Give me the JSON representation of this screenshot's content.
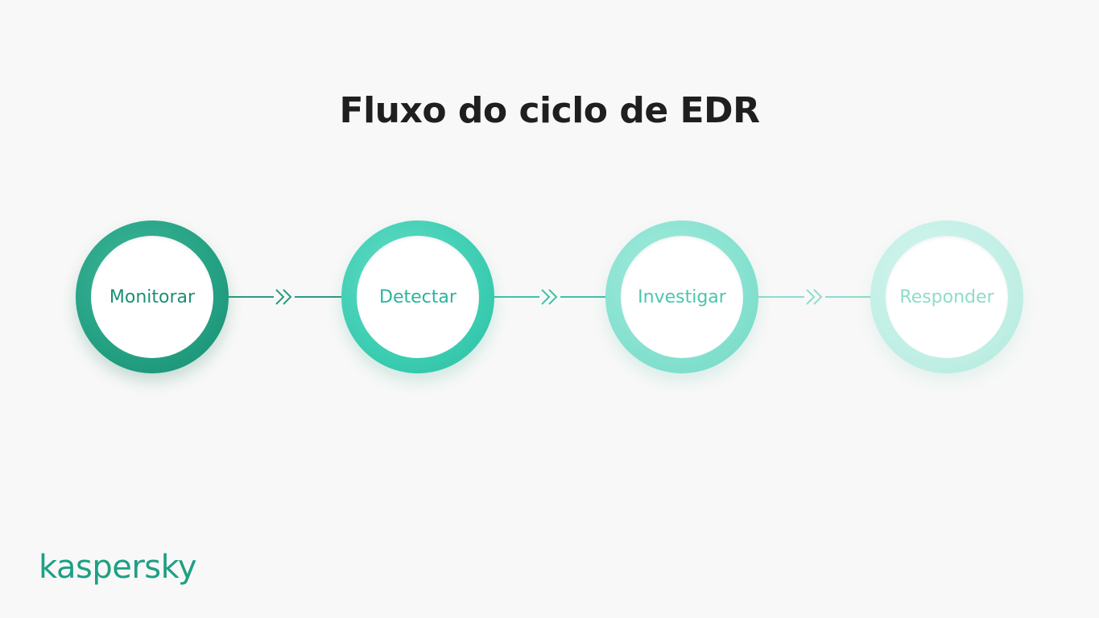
{
  "title": "Fluxo do ciclo de EDR",
  "steps": [
    {
      "label": "Monitorar",
      "ring_color": "#23a082",
      "text_color": "#1d8f75"
    },
    {
      "label": "Detectar",
      "ring_color": "#3ccdb2",
      "text_color": "#2bb59b"
    },
    {
      "label": "Investigar",
      "ring_color": "#85e1cf",
      "text_color": "#4cc6ae"
    },
    {
      "label": "Responder",
      "ring_color": "#c1efe5",
      "text_color": "#8ddcc9"
    }
  ],
  "connectors": [
    {
      "icon": "double-chevron-right-icon",
      "color": "#2a9a82"
    },
    {
      "icon": "double-chevron-right-icon",
      "color": "#3fc2aa"
    },
    {
      "icon": "double-chevron-right-icon",
      "color": "#8fdccc"
    }
  ],
  "brand": {
    "logo_text": "kaspersky",
    "color": "#1f9f85"
  }
}
